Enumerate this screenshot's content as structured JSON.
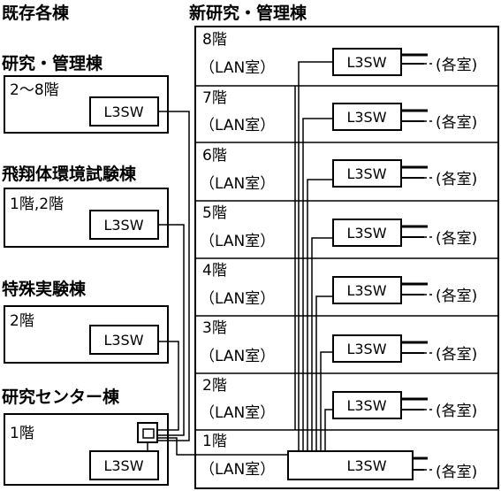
{
  "existing": {
    "heading": "既存各棟",
    "buildings": [
      {
        "name": "研究・管理棟",
        "floor": "2〜8階",
        "switch": "L3SW"
      },
      {
        "name": "飛翔体環境試験棟",
        "floor": "1階,2階",
        "switch": "L3SW"
      },
      {
        "name": "特殊実験棟",
        "floor": "2階",
        "switch": "L3SW"
      },
      {
        "name": "研究センター棟",
        "floor": "1階",
        "switch": "L3SW"
      }
    ]
  },
  "new_building": {
    "heading": "新研究・管理棟",
    "lan_room": "（LAN室）",
    "room_label": "(各室)",
    "floors": [
      {
        "floor": "8階",
        "switch": "L3SW"
      },
      {
        "floor": "7階",
        "switch": "L3SW"
      },
      {
        "floor": "6階",
        "switch": "L3SW"
      },
      {
        "floor": "5階",
        "switch": "L3SW"
      },
      {
        "floor": "4階",
        "switch": "L3SW"
      },
      {
        "floor": "3階",
        "switch": "L3SW"
      },
      {
        "floor": "2階",
        "switch": "L3SW"
      },
      {
        "floor": "1階",
        "switch": "L3SW"
      }
    ]
  }
}
